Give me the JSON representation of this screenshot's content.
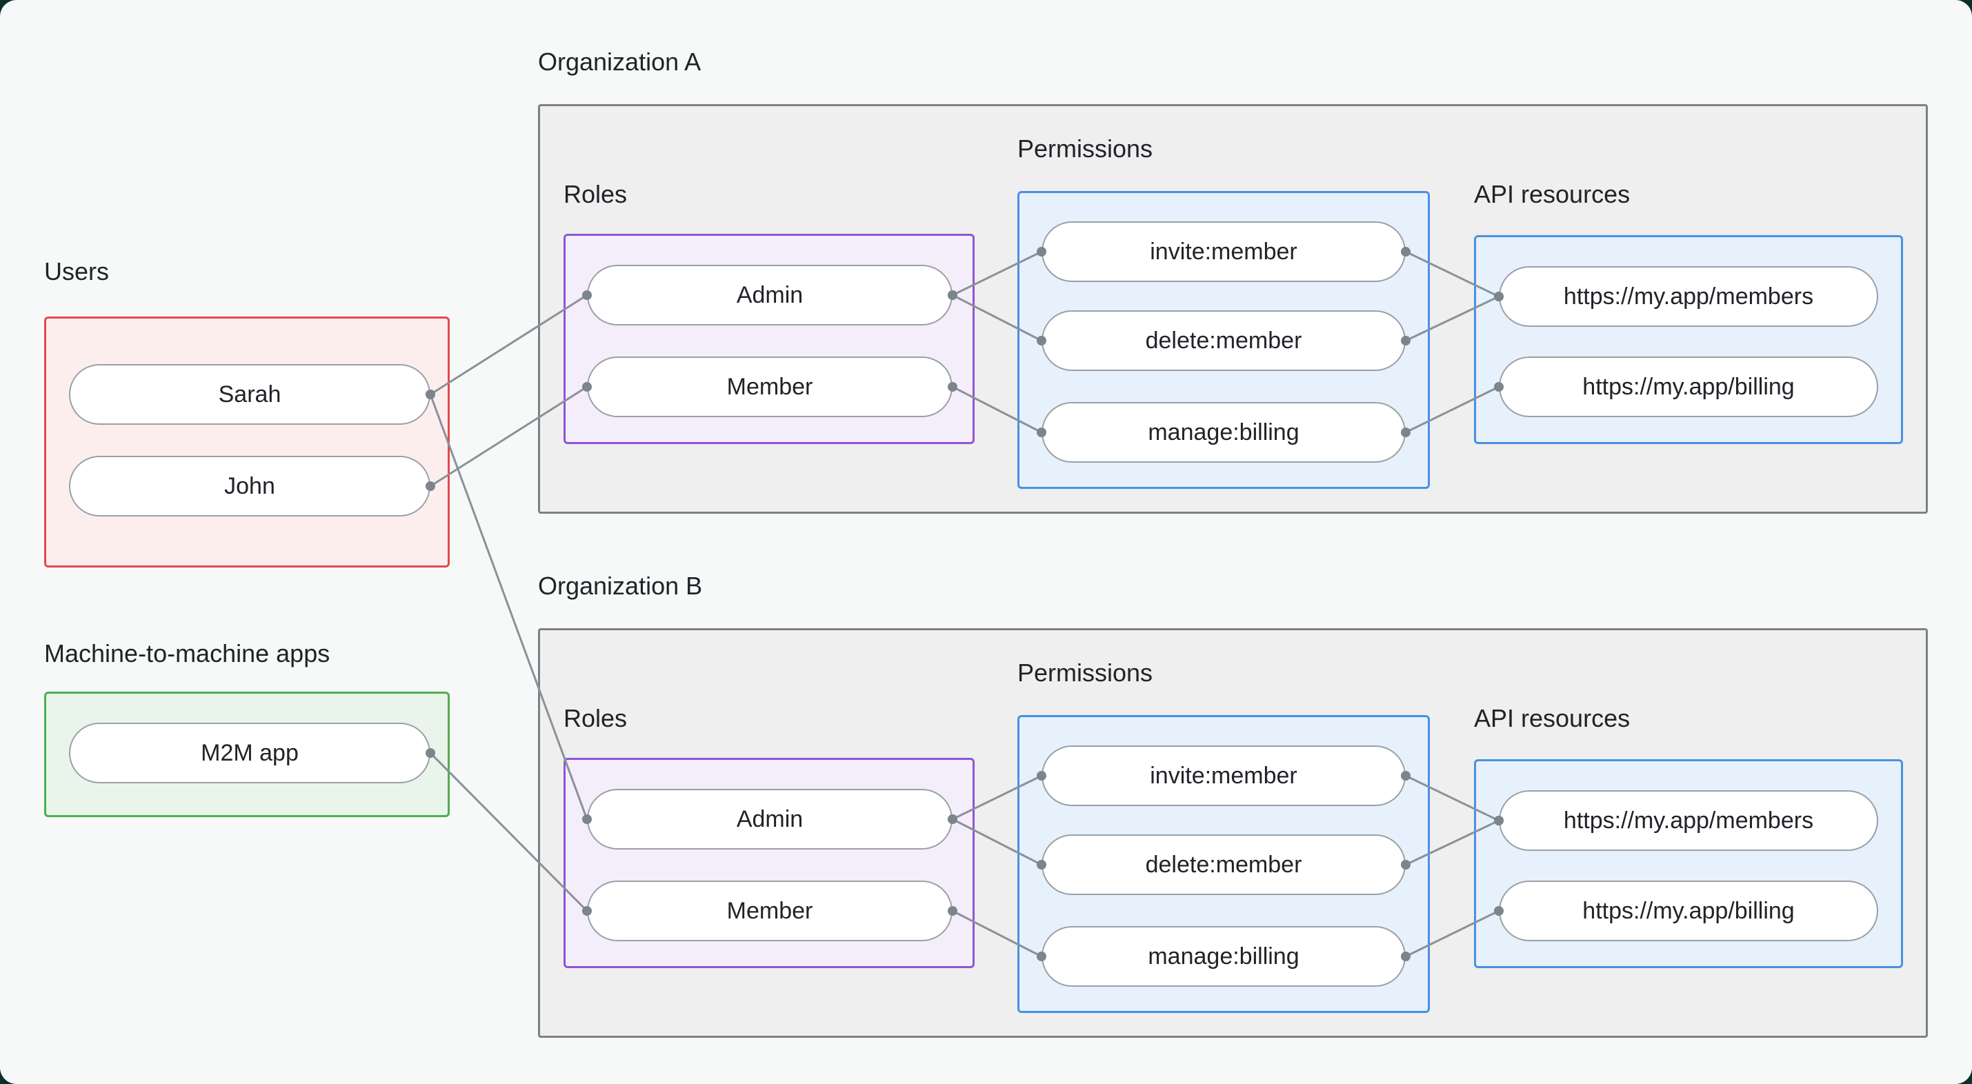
{
  "style": {
    "canvas_bg": "#f7f9f8",
    "outer_bg": "#0d2f2b",
    "line_color": "#8a9199",
    "dot_color": "#7c848c",
    "text_color": "#202328",
    "pill_border": "#99a0a7",
    "users_border": "#e5484d",
    "m2m_border": "#4caf50",
    "roles_border": "#8f55d8",
    "blue_border": "#4a90e2",
    "org_border": "#7d8184"
  },
  "users": {
    "label": "Users",
    "items": [
      {
        "id": "sarah",
        "label": "Sarah"
      },
      {
        "id": "john",
        "label": "John"
      }
    ]
  },
  "m2m": {
    "label": "Machine-to-machine apps",
    "items": [
      {
        "id": "m2m-app",
        "label": "M2M app"
      }
    ]
  },
  "org_a": {
    "label": "Organization A",
    "roles": {
      "label": "Roles",
      "items": [
        {
          "id": "orgA-admin",
          "label": "Admin"
        },
        {
          "id": "orgA-member",
          "label": "Member"
        }
      ]
    },
    "permissions": {
      "label": "Permissions",
      "items": [
        {
          "id": "orgA-invite",
          "label": "invite:member"
        },
        {
          "id": "orgA-delete",
          "label": "delete:member"
        },
        {
          "id": "orgA-manage",
          "label": "manage:billing"
        }
      ]
    },
    "resources": {
      "label": "API resources",
      "items": [
        {
          "id": "orgA-members",
          "label": "https://my.app/members"
        },
        {
          "id": "orgA-billing",
          "label": "https://my.app/billing"
        }
      ]
    }
  },
  "org_b": {
    "label": "Organization B",
    "roles": {
      "label": "Roles",
      "items": [
        {
          "id": "orgB-admin",
          "label": "Admin"
        },
        {
          "id": "orgB-member",
          "label": "Member"
        }
      ]
    },
    "permissions": {
      "label": "Permissions",
      "items": [
        {
          "id": "orgB-invite",
          "label": "invite:member"
        },
        {
          "id": "orgB-delete",
          "label": "delete:member"
        },
        {
          "id": "orgB-manage",
          "label": "manage:billing"
        }
      ]
    },
    "resources": {
      "label": "API resources",
      "items": [
        {
          "id": "orgB-members",
          "label": "https://my.app/members"
        },
        {
          "id": "orgB-billing",
          "label": "https://my.app/billing"
        }
      ]
    }
  },
  "edges": [
    {
      "from": "sarah",
      "to": "orgA-admin"
    },
    {
      "from": "john",
      "to": "orgA-member"
    },
    {
      "from": "sarah",
      "to": "orgB-admin"
    },
    {
      "from": "m2m-app",
      "to": "orgB-member"
    },
    {
      "from": "orgA-admin",
      "to": "orgA-invite"
    },
    {
      "from": "orgA-admin",
      "to": "orgA-delete"
    },
    {
      "from": "orgA-member",
      "to": "orgA-manage"
    },
    {
      "from": "orgA-invite",
      "to": "orgA-members"
    },
    {
      "from": "orgA-delete",
      "to": "orgA-members"
    },
    {
      "from": "orgA-manage",
      "to": "orgA-billing"
    },
    {
      "from": "orgB-admin",
      "to": "orgB-invite"
    },
    {
      "from": "orgB-admin",
      "to": "orgB-delete"
    },
    {
      "from": "orgB-member",
      "to": "orgB-manage"
    },
    {
      "from": "orgB-invite",
      "to": "orgB-members"
    },
    {
      "from": "orgB-delete",
      "to": "orgB-members"
    },
    {
      "from": "orgB-manage",
      "to": "orgB-billing"
    }
  ]
}
